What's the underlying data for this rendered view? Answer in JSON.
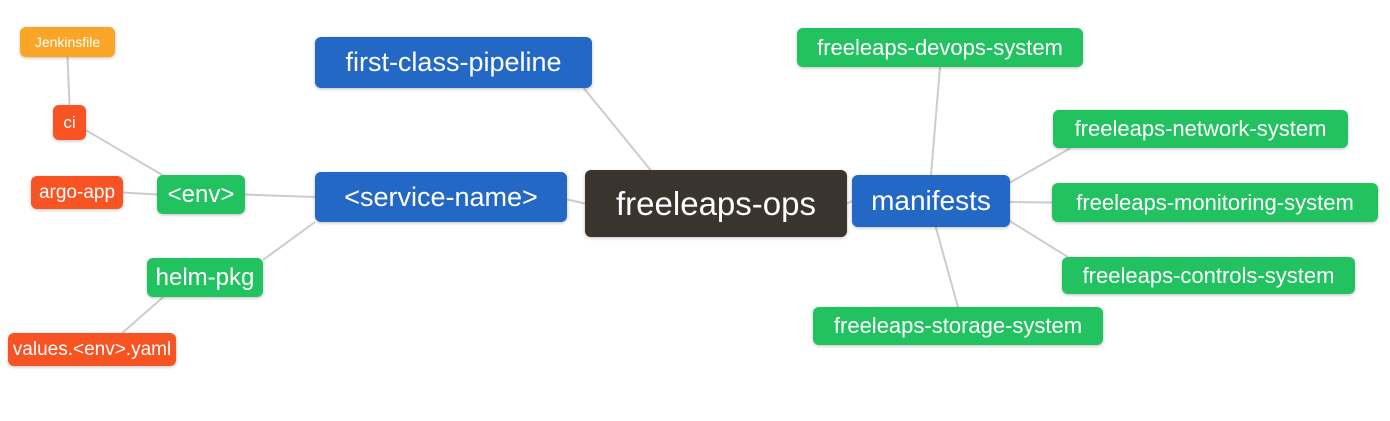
{
  "diagram": {
    "type": "mindmap",
    "root_label": "freeleaps-ops",
    "colors": {
      "blue": "#2368C4",
      "green": "#23C261",
      "orange": "#F9A528",
      "red": "#F85322",
      "dark": "#3A342F",
      "edge": "#CCCCCC",
      "background": "#FFFFFF",
      "text": "#FFFFFF"
    },
    "nodes": [
      {
        "id": "jenkinsfile",
        "label": "Jenkinsfile",
        "color": "orange"
      },
      {
        "id": "ci",
        "label": "ci",
        "color": "red"
      },
      {
        "id": "argo-app",
        "label": "argo-app",
        "color": "red"
      },
      {
        "id": "env",
        "label": "<env>",
        "color": "green"
      },
      {
        "id": "helm-pkg",
        "label": "helm-pkg",
        "color": "green"
      },
      {
        "id": "values-env-yaml",
        "label": "values.<env>.yaml",
        "color": "red"
      },
      {
        "id": "first-class-pipeline",
        "label": "first-class-pipeline",
        "color": "blue"
      },
      {
        "id": "service-name",
        "label": "<service-name>",
        "color": "blue"
      },
      {
        "id": "freeleaps-ops",
        "label": "freeleaps-ops",
        "color": "dark"
      },
      {
        "id": "manifests",
        "label": "manifests",
        "color": "blue"
      },
      {
        "id": "freeleaps-devops-system",
        "label": "freeleaps-devops-system",
        "color": "green"
      },
      {
        "id": "freeleaps-network-system",
        "label": "freeleaps-network-system",
        "color": "green"
      },
      {
        "id": "freeleaps-monitoring-system",
        "label": "freeleaps-monitoring-system",
        "color": "green"
      },
      {
        "id": "freeleaps-controls-system",
        "label": "freeleaps-controls-system",
        "color": "green"
      },
      {
        "id": "freeleaps-storage-system",
        "label": "freeleaps-storage-system",
        "color": "green"
      }
    ],
    "edges": [
      {
        "from": "jenkinsfile",
        "to": "ci"
      },
      {
        "from": "ci",
        "to": "env"
      },
      {
        "from": "argo-app",
        "to": "env"
      },
      {
        "from": "env",
        "to": "service-name"
      },
      {
        "from": "helm-pkg",
        "to": "service-name"
      },
      {
        "from": "values-env-yaml",
        "to": "helm-pkg"
      },
      {
        "from": "first-class-pipeline",
        "to": "freeleaps-ops"
      },
      {
        "from": "service-name",
        "to": "freeleaps-ops"
      },
      {
        "from": "freeleaps-ops",
        "to": "manifests"
      },
      {
        "from": "manifests",
        "to": "freeleaps-devops-system"
      },
      {
        "from": "manifests",
        "to": "freeleaps-network-system"
      },
      {
        "from": "manifests",
        "to": "freeleaps-monitoring-system"
      },
      {
        "from": "manifests",
        "to": "freeleaps-controls-system"
      },
      {
        "from": "manifests",
        "to": "freeleaps-storage-system"
      }
    ]
  }
}
